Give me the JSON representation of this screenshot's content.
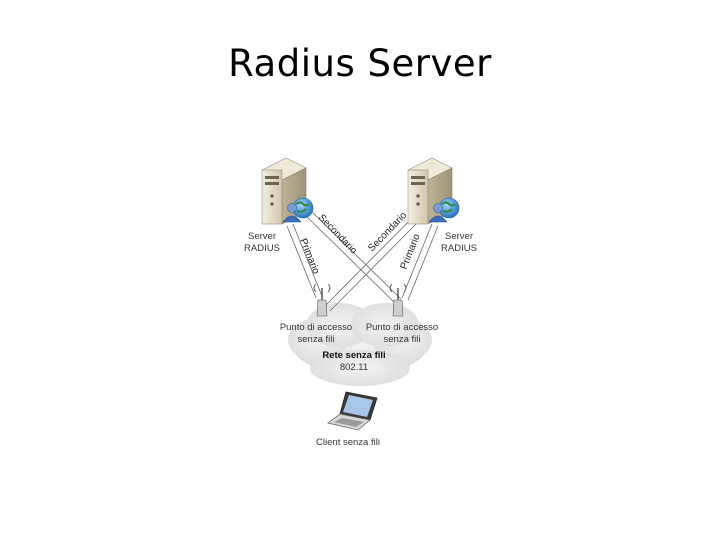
{
  "title": "Radius Server",
  "servers": {
    "left": {
      "label_line1": "Server",
      "label_line2": "RADIUS"
    },
    "right": {
      "label_line1": "Server",
      "label_line2": "RADIUS"
    }
  },
  "links": {
    "left_primary": "Primario",
    "left_secondary": "Secondario",
    "right_secondary": "Secondario",
    "right_primary": "Primario"
  },
  "access_points": {
    "left": {
      "label_line1": "Punto di accesso",
      "label_line2": "senza fili"
    },
    "right": {
      "label_line1": "Punto di accesso",
      "label_line2": "senza fili"
    }
  },
  "network": {
    "label_line1": "Rete senza fili",
    "label_line2": "802.11"
  },
  "client": {
    "label": "Client senza fili"
  },
  "colors": {
    "server_body": "#e3dcc8",
    "globe": "#2f8fd8",
    "user": "#3a6fb8",
    "cloud": "#e6e6e6",
    "laptop": "#555555"
  }
}
